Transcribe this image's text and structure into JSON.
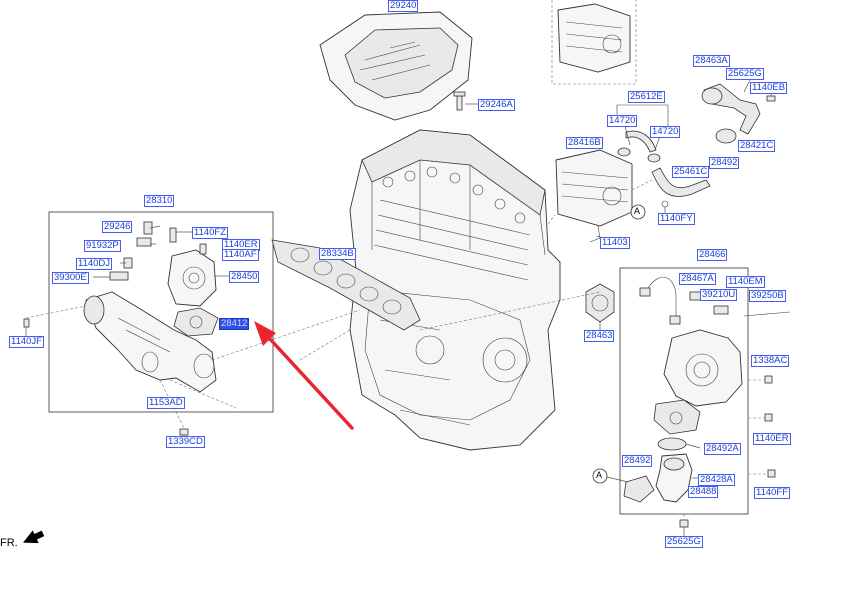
{
  "labels": {
    "l29240": "29240",
    "l29246A": "29246A",
    "l25612E": "25612E",
    "l14720a": "14720",
    "l14720b": "14720",
    "l28416B": "28416B",
    "l28463A": "28463A",
    "l25625G": "25625G",
    "l1140EB": "1140EB",
    "l28421C": "28421C",
    "l25461C": "25461C",
    "l28492a": "28492",
    "l1140FY": "1140FY",
    "l11403": "11403",
    "l28310": "28310",
    "l29246": "29246",
    "l1140FZ": "1140FZ",
    "l91932P": "91932P",
    "l1140ER": "1140ER",
    "l1140AF": "1140AF",
    "l1140DJ": "1140DJ",
    "l39300E": "39300E",
    "l28450": "28450",
    "l28334B": "28334B",
    "l28412": "28412",
    "l1140JF": "1140JF",
    "l1153AD": "1153AD",
    "l1339CD": "1339CD",
    "l28466": "28466",
    "l28467A": "28467A",
    "l1140EM": "1140EM",
    "l39210U": "39210U",
    "l39250B": "39250B",
    "l28463": "28463",
    "l1338AC": "1338AC",
    "l1140ER2": "1140ER",
    "l28492A": "28492A",
    "l28492b": "28492",
    "l28428A": "28428A",
    "l28488": "28488",
    "l1140FF": "1140FF",
    "l25625G2": "25625G",
    "callout_A1": "A",
    "callout_A2": "A"
  },
  "orientation": {
    "text": "FR.",
    "icon": "arrow-icon"
  },
  "colors": {
    "label_text": "#1a3fd8",
    "label_border": "#4a5cf0",
    "highlight_fill": "#2f4fe6",
    "pointer_arrow": "#e8262b"
  },
  "highlighted_label": "28412"
}
